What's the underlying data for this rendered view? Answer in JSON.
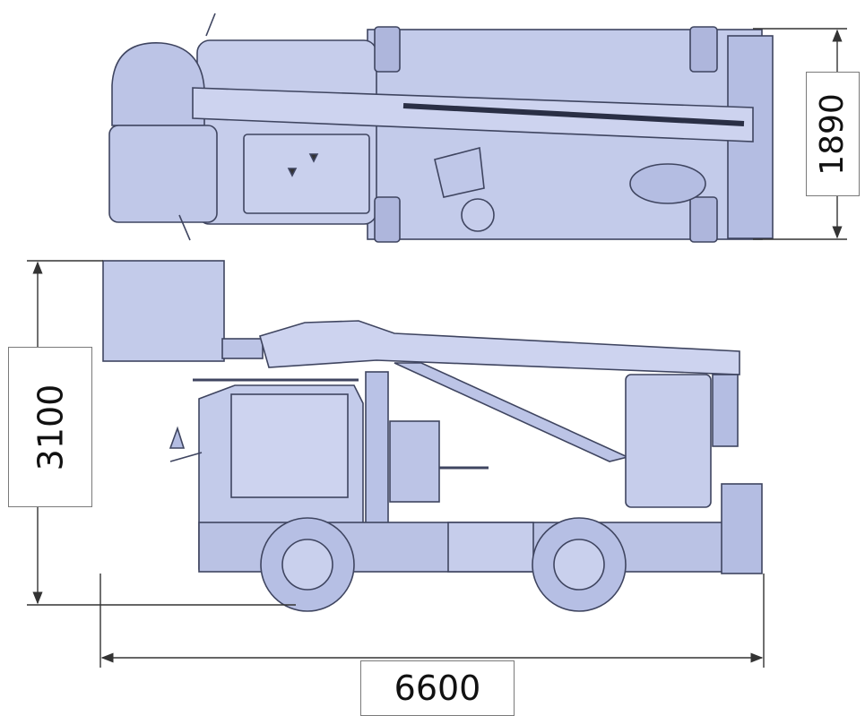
{
  "dimensions": {
    "overall_length": "6600",
    "overall_height": "3100",
    "overall_width": "1890"
  },
  "colors": {
    "body_fill": "#b9c2e6",
    "body_fill_light": "#cdd4ef",
    "outline": "#3f4560",
    "dim_line": "#333333"
  },
  "icons": {
    "top_view": "truck-top-view-icon",
    "side_view": "truck-side-view-icon"
  }
}
